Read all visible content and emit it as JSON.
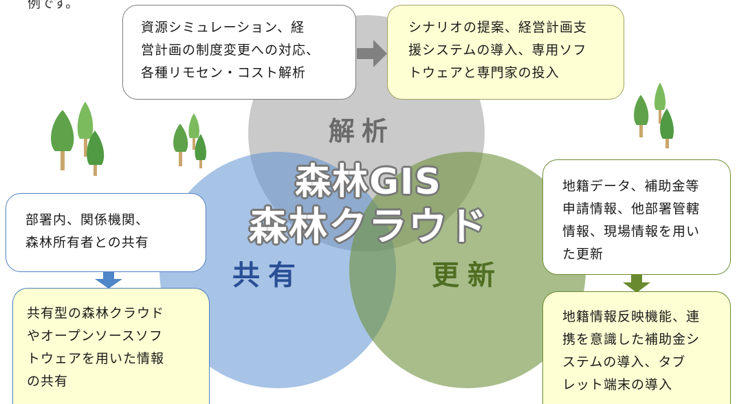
{
  "corner_text": "例です。",
  "diagram": {
    "title_line1": "森林GIS",
    "title_line2": "森林クラウド",
    "circles": {
      "analysis": {
        "label": "解析",
        "color": "#aaaaaa"
      },
      "share": {
        "label": "共有",
        "color": "#5f91d2"
      },
      "update": {
        "label": "更新",
        "color": "#6e913c"
      }
    },
    "boxes": {
      "analysis_top": [
        "資源シミュレーション、経",
        "営計画の制度変更への対応、",
        "各種リモセン・コスト解析"
      ],
      "analysis_right": [
        "シナリオの提案、経営計画支",
        "援システムの導入、専用ソフ",
        "トウェアと専門家の投入"
      ],
      "share_top": [
        "部署内、関係機関、",
        "森林所有者との共有"
      ],
      "share_bottom": [
        "共有型の森林クラウド",
        "やオープンソースソフ",
        "トウェアを用いた情報",
        "の共有"
      ],
      "update_top": [
        "地籍データ、補助金等",
        "申請情報、他部署管轄",
        "情報、現場情報を用い",
        "た更新"
      ],
      "update_bottom": [
        "地籍情報反映機能、連",
        "携を意識した補助金シ",
        "ステムの導入、タブ",
        "レット端末の導入"
      ]
    },
    "colors": {
      "arrow_gray": "#808080",
      "arrow_blue": "#4f86c8",
      "arrow_green": "#6a8a30",
      "note_yellow": "#ffffd4",
      "tree_green": "#5fa24a",
      "trunk": "#c9a66b"
    }
  }
}
